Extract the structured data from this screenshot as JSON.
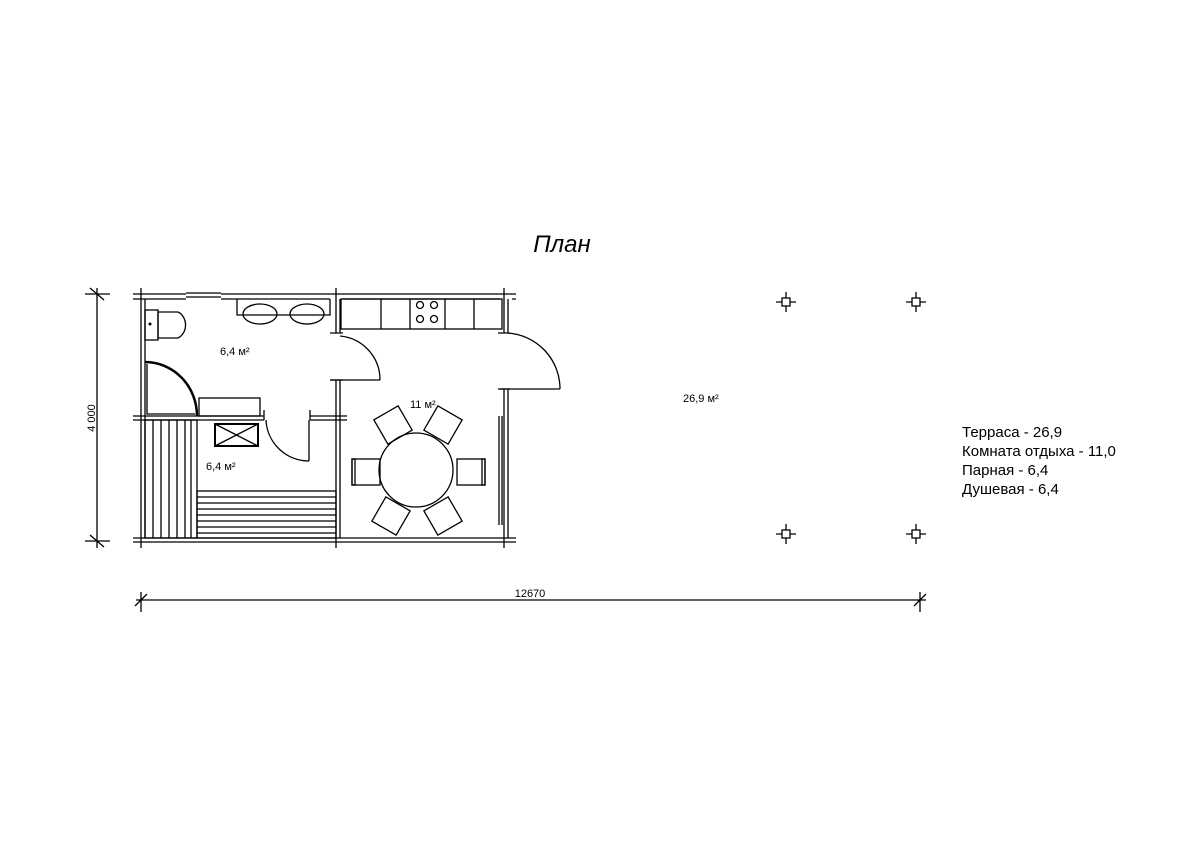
{
  "title": "План",
  "rooms": {
    "shower_area": "6,4 м²",
    "steam_area": "6,4 м²",
    "lounge_area": "11 м²",
    "terrace_area": "26,9 м²"
  },
  "dimensions": {
    "height": "4 000",
    "width": "12670"
  },
  "legend": [
    "Терраса - 26,9",
    "Комната отдыха - 11,0",
    "Парная - 6,4",
    "Душевая - 6,4"
  ]
}
